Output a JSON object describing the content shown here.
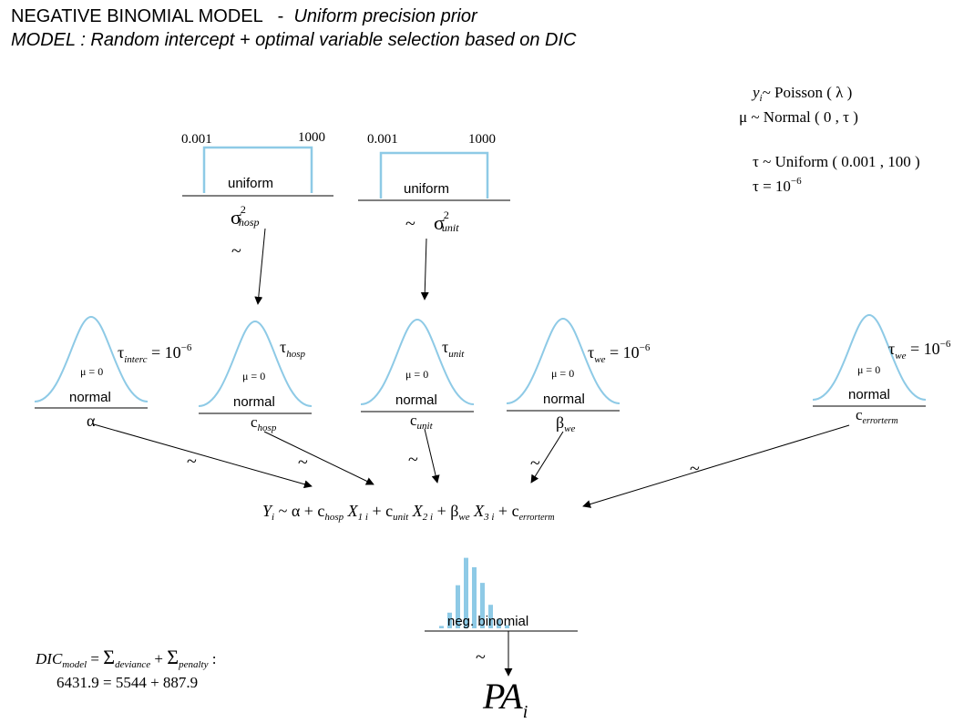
{
  "header": {
    "model_type": "NEGATIVE BINOMIAL MODEL",
    "separator": "-",
    "prior_label": "Uniform precision prior",
    "model_description": "MODEL : Random intercept + optimal variable selection based on DIC"
  },
  "assumptions": {
    "line1": "y_i ~ Poisson(λ)",
    "line2": "μ ~ Normal(0, τ)",
    "line3": "τ ~ Uniform(0.001, 100)",
    "line4": "τ = 10^-6"
  },
  "uniform_priors": [
    {
      "lower": "0.001",
      "upper": "1000",
      "dist": "uniform",
      "param": "σ²_hosp"
    },
    {
      "lower": "0.001",
      "upper": "1000",
      "dist": "uniform",
      "param": "σ²_unit"
    }
  ],
  "normal_priors": [
    {
      "dist": "normal",
      "mu": "μ = 0",
      "tau": "τ_interc = 10^-6",
      "param": "α"
    },
    {
      "dist": "normal",
      "mu": "μ = 0",
      "tau": "τ_hosp",
      "param": "c_hosp"
    },
    {
      "dist": "normal",
      "mu": "μ = 0",
      "tau": "τ_unit",
      "param": "c_unit"
    },
    {
      "dist": "normal",
      "mu": "μ = 0",
      "tau": "τ_we = 10^-6",
      "param": "β_we"
    },
    {
      "dist": "normal",
      "mu": "μ = 0",
      "tau": "τ_we = 10^-6",
      "param": "c_errorterm"
    }
  ],
  "likelihood": {
    "equation": "Y_i ~ α + c_hosp X_1i + c_unit X_2i + β_we X_3i + c_errorterm",
    "dist": "neg. binomial",
    "outcome": "PA_i"
  },
  "dic": {
    "formula": "DIC_model = Σ_deviance + Σ_penalty :",
    "values": "6431.9 = 5544 + 887.9"
  },
  "colors": {
    "curve": "#8ecae6",
    "bars": "#8ecae6",
    "ink": "#000000"
  },
  "icons": {
    "tilde": "~"
  }
}
